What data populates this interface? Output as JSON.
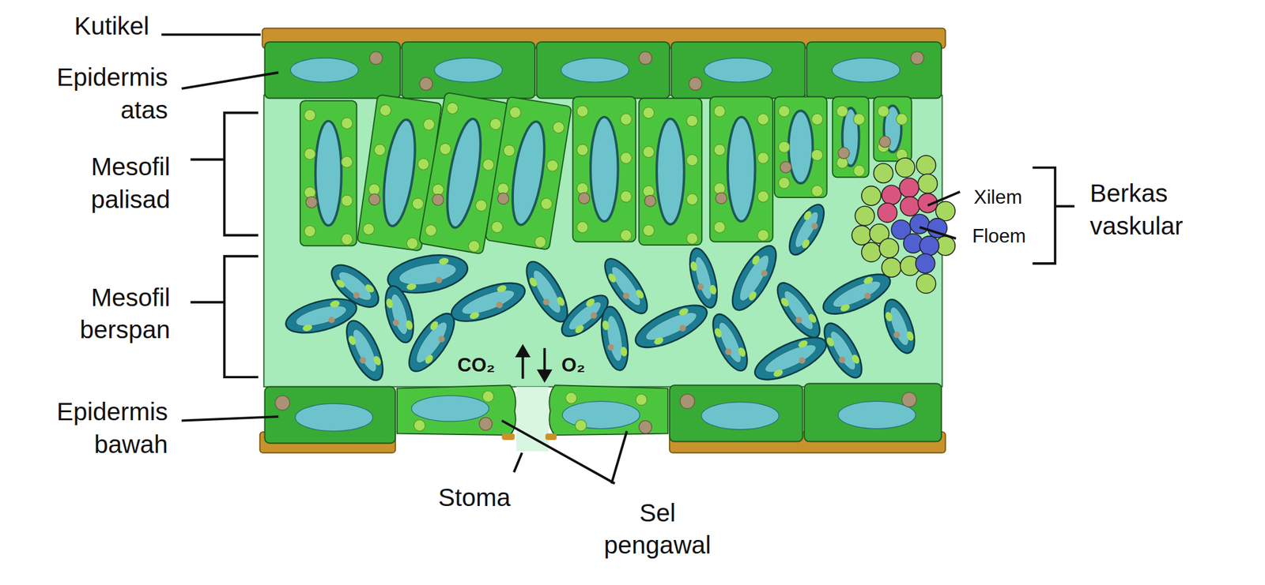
{
  "diagram": {
    "labels": [
      "Kutikel",
      "Epidermis atas",
      "Mesofil palisad",
      "Mesofil berspan",
      "Epidermis bawah",
      "Stoma",
      "Sel pengawal",
      "Xilem",
      "Floem",
      "Berkas vaskular",
      "CO₂",
      "O₂"
    ]
  }
}
